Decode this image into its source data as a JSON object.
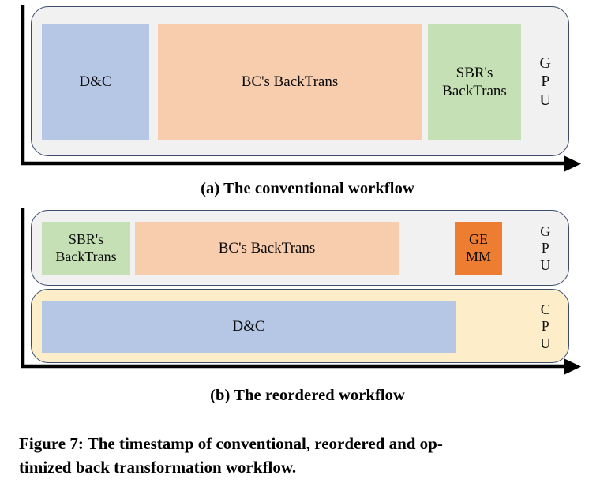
{
  "figure": {
    "caption_line_1": "Figure 7: The timestamp of conventional, reordered and op-",
    "caption_line_2": "timized back transformation workflow.",
    "caption_full": "Figure 7: The timestamp of conventional, reordered and optimized back transformation workflow."
  },
  "colors": {
    "blue_task": "#b6c7e5",
    "orange_task": "#f7cdae",
    "green_task": "#c5e0b4",
    "deep_orange_task": "#ed7d31",
    "gpu_lane_bg": "#f1f1f1",
    "cpu_lane_bg": "#fdeec9",
    "lane_border": "#3c4a6b",
    "axis": "#000000",
    "page_bg": "#ffffff"
  },
  "panels": [
    {
      "id": "conventional",
      "subcaption": "(a) The conventional workflow",
      "axis": {
        "x_axis_name": "time-axis",
        "direction": "left-to-right",
        "has_arrow": true,
        "y_axis_name": "origin-axis"
      },
      "lanes": [
        {
          "id": "gpu",
          "device_label": "GPU",
          "device_label_letters": [
            "G",
            "P",
            "U"
          ],
          "background": "#f1f1f1",
          "tasks": [
            {
              "id": "dc",
              "label": "D&C",
              "lines": [
                "D&C"
              ],
              "color": "#b6c7e5"
            },
            {
              "id": "bc-backtrans",
              "label": "BC's BackTrans",
              "lines": [
                "BC's BackTrans"
              ],
              "color": "#f7cdae"
            },
            {
              "id": "sbr-backtrans",
              "label": "SBR's BackTrans",
              "lines": [
                "SBR's",
                "BackTrans"
              ],
              "color": "#c5e0b4"
            }
          ]
        }
      ]
    },
    {
      "id": "reordered",
      "subcaption": "(b) The reordered workflow",
      "axis": {
        "x_axis_name": "time-axis",
        "direction": "left-to-right",
        "has_arrow": true,
        "y_axis_name": "origin-axis"
      },
      "lanes": [
        {
          "id": "gpu",
          "device_label": "GPU",
          "device_label_letters": [
            "G",
            "P",
            "U"
          ],
          "background": "#f1f1f1",
          "tasks": [
            {
              "id": "sbr-backtrans",
              "label": "SBR's BackTrans",
              "lines": [
                "SBR's",
                "BackTrans"
              ],
              "color": "#c5e0b4"
            },
            {
              "id": "bc-backtrans",
              "label": "BC's BackTrans",
              "lines": [
                "BC's BackTrans"
              ],
              "color": "#f7cdae"
            },
            {
              "id": "gemm",
              "label": "GEMM",
              "lines": [
                "GE",
                "MM"
              ],
              "color": "#ed7d31"
            }
          ]
        },
        {
          "id": "cpu",
          "device_label": "CPU",
          "device_label_letters": [
            "C",
            "P",
            "U"
          ],
          "background": "#fdeec9",
          "tasks": [
            {
              "id": "dc",
              "label": "D&C",
              "lines": [
                "D&C"
              ],
              "color": "#b6c7e5"
            }
          ]
        }
      ]
    }
  ]
}
